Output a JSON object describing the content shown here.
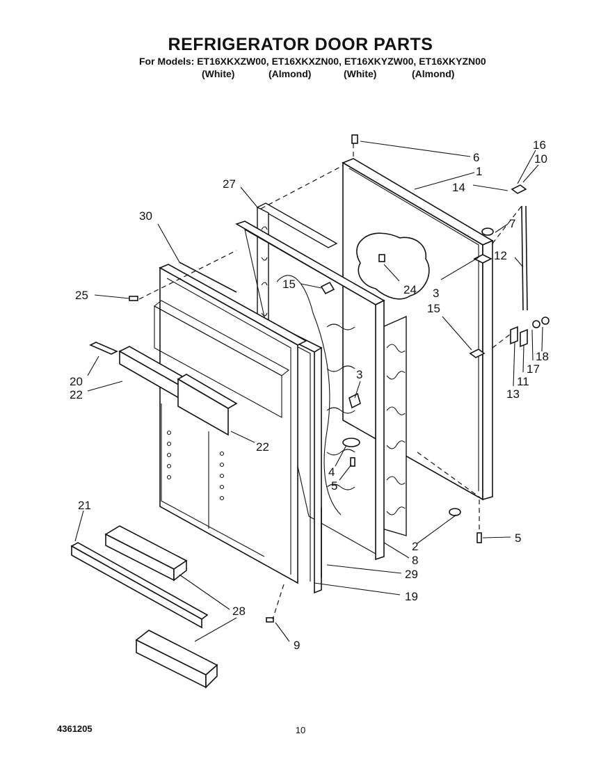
{
  "header": {
    "title": "REFRIGERATOR DOOR PARTS",
    "models_line": "For Models: ET16XKXZW00, ET16XKXZN00, ET16XKYZW00,  ET16XKYZN00",
    "colors": [
      "(White)",
      "(Almond)",
      "(White)",
      "(Almond)"
    ]
  },
  "callouts": {
    "c1": "1",
    "c2": "2",
    "c3a": "3",
    "c3b": "3",
    "c4": "4",
    "c5a": "5",
    "c5b": "5",
    "c6": "6",
    "c7": "7",
    "c8": "8",
    "c9": "9",
    "c10": "10",
    "c11": "11",
    "c12": "12",
    "c13": "13",
    "c14": "14",
    "c15a": "15",
    "c15b": "15",
    "c16": "16",
    "c17": "17",
    "c18": "18",
    "c19": "19",
    "c20": "20",
    "c21": "21",
    "c22a": "22",
    "c22b": "22",
    "c24": "24",
    "c25": "25",
    "c27": "27",
    "c28": "28",
    "c29": "29",
    "c30": "30"
  },
  "footer": {
    "part_number": "4361205",
    "page_number": "10"
  }
}
